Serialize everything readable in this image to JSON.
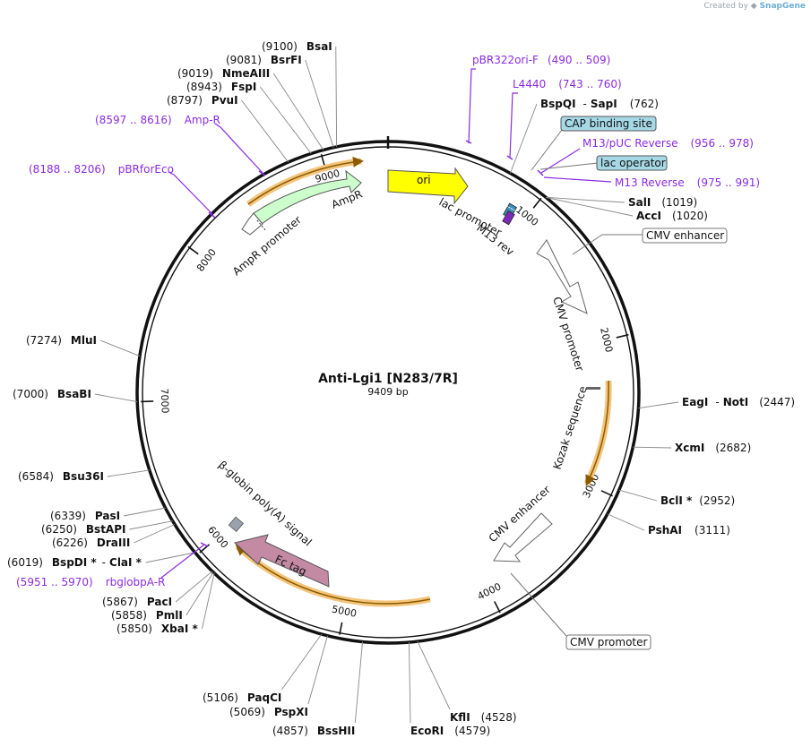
{
  "credit": {
    "prefix": "Created by",
    "brand": "SnapGene"
  },
  "plasmid": {
    "name": "Anti-Lgi1 [N283/7R]",
    "length_label": "9409 bp",
    "length": 9409
  },
  "ticks": [
    {
      "pos": 1000,
      "label": "1000"
    },
    {
      "pos": 2000,
      "label": "2000"
    },
    {
      "pos": 3000,
      "label": "3000"
    },
    {
      "pos": 4000,
      "label": "4000"
    },
    {
      "pos": 5000,
      "label": "5000"
    },
    {
      "pos": 6000,
      "label": "6000"
    },
    {
      "pos": 7000,
      "label": "7000"
    },
    {
      "pos": 8000,
      "label": "8000"
    },
    {
      "pos": 9000,
      "label": "9000"
    }
  ],
  "sites": [
    {
      "id": "bsai",
      "name": "BsaI",
      "pos_text": "(9100)",
      "pos": 9100
    },
    {
      "id": "bsrfi",
      "name": "BsrFI",
      "pos_text": "(9081)",
      "pos": 9081
    },
    {
      "id": "nmeaiii",
      "name": "NmeAIII",
      "pos_text": "(9019)",
      "pos": 9019
    },
    {
      "id": "fspi",
      "name": "FspI",
      "pos_text": "(8943)",
      "pos": 8943
    },
    {
      "id": "pvui",
      "name": "PvuI",
      "pos_text": "(8797)",
      "pos": 8797
    },
    {
      "id": "bspqi",
      "name": "BspQI",
      "name2": "SapI",
      "pos_text": "(762)",
      "pos": 762
    },
    {
      "id": "sali",
      "name": "SalI",
      "pos_text": "(1019)",
      "pos": 1019
    },
    {
      "id": "acci",
      "name": "AccI",
      "pos_text": "(1020)",
      "pos": 1020
    },
    {
      "id": "eagi",
      "name": "EagI",
      "name2": "NotI",
      "pos_text": "(2447)",
      "pos": 2447
    },
    {
      "id": "xcmi",
      "name": "XcmI",
      "pos_text": "(2682)",
      "pos": 2682
    },
    {
      "id": "bcli",
      "name": "BclI *",
      "pos_text": "(2952)",
      "pos": 2952
    },
    {
      "id": "pshai",
      "name": "PshAI",
      "pos_text": "(3111)",
      "pos": 3111
    },
    {
      "id": "kfli",
      "name": "KflI",
      "pos_text": "(4528)",
      "pos": 4528
    },
    {
      "id": "ecori",
      "name": "EcoRI",
      "pos_text": "(4579)",
      "pos": 4579
    },
    {
      "id": "bsshii",
      "name": "BssHII",
      "pos_text": "(4857)",
      "pos": 4857
    },
    {
      "id": "pspxi",
      "name": "PspXI",
      "pos_text": "(5069)",
      "pos": 5069
    },
    {
      "id": "paqci",
      "name": "PaqCI",
      "pos_text": "(5106)",
      "pos": 5106
    },
    {
      "id": "xbai",
      "name": "XbaI *",
      "pos_text": "(5850)",
      "pos": 5850
    },
    {
      "id": "pmli",
      "name": "PmlI",
      "pos_text": "(5858)",
      "pos": 5858
    },
    {
      "id": "paci",
      "name": "PacI",
      "pos_text": "(5867)",
      "pos": 5867
    },
    {
      "id": "bspdi",
      "name": "BspDI *",
      "name2": "ClaI *",
      "pos_text": "(6019)",
      "pos": 6019
    },
    {
      "id": "draiii",
      "name": "DraIII",
      "pos_text": "(6226)",
      "pos": 6226
    },
    {
      "id": "bstapi",
      "name": "BstAPI",
      "pos_text": "(6250)",
      "pos": 6250
    },
    {
      "id": "pasi",
      "name": "PasI",
      "pos_text": "(6339)",
      "pos": 6339
    },
    {
      "id": "bsu36i",
      "name": "Bsu36I",
      "pos_text": "(6584)",
      "pos": 6584
    },
    {
      "id": "bsabi",
      "name": "BsaBI",
      "pos_text": "(7000)",
      "pos": 7000
    },
    {
      "id": "mlui",
      "name": "MluI",
      "pos_text": "(7274)",
      "pos": 7274
    }
  ],
  "primers": [
    {
      "id": "pbr322ori",
      "name": "pBR322ori-F",
      "range": "(490 .. 509)"
    },
    {
      "id": "l4440",
      "name": "L4440",
      "range": "(743 .. 760)"
    },
    {
      "id": "m13puc",
      "name": "M13/pUC Reverse",
      "range": "(956 .. 978)"
    },
    {
      "id": "m13rev",
      "name": "M13 Reverse",
      "range": "(975 .. 991)"
    },
    {
      "id": "ampr",
      "name": "Amp-R",
      "range": "(8597 .. 8616)"
    },
    {
      "id": "pbrforeco",
      "name": "pBRforEco",
      "range": "(8188 .. 8206)"
    },
    {
      "id": "rbglobpa",
      "name": "rbglobpA-R",
      "range": "(5951 .. 5970)"
    }
  ],
  "boxed_labels": {
    "cap": "CAP binding site",
    "lac_operator": "lac operator",
    "cmv_enhancer_top": "CMV enhancer",
    "cmv_promoter_bottom": "CMV promoter"
  },
  "features": {
    "ori": "ori",
    "lac_promoter": "lac promoter",
    "m13_rev": "M13 rev",
    "cmv_promoter": "CMV promoter",
    "kozak": "Kozak sequence",
    "cmv_enhancer": "CMV enhancer",
    "beta_globin": "β-globin poly(A) signal",
    "fc_tag": "Fc tag",
    "ampr": "AmpR",
    "ampr_promoter": "AmpR promoter"
  },
  "colors": {
    "ori": "#ffff00",
    "ampr": "#ccffcc",
    "fc_tag": "#c48aa3",
    "orf_highlight": "#f3c47a",
    "boxed_fill": "#a6d9e6",
    "primer": "#8a2be2",
    "polya": "#9aa3ad"
  }
}
